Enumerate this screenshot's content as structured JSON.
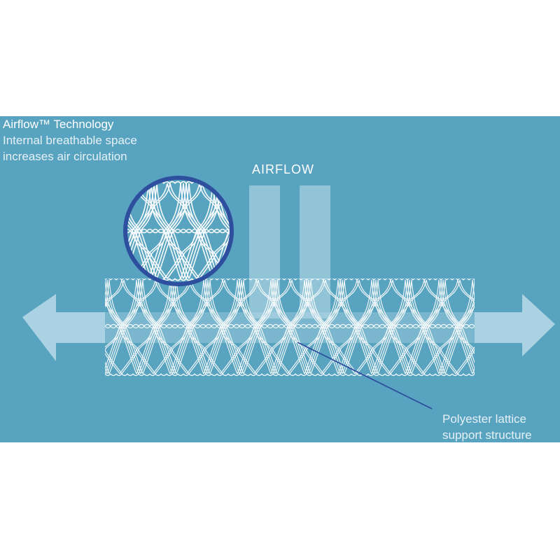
{
  "header": {
    "title": "Airflow™ Technology",
    "subtitle_line1": "Internal breathable space",
    "subtitle_line2": "increases air circulation"
  },
  "airflow_label": "AIRFLOW",
  "callout": {
    "line1": "Polyester lattice",
    "line2": "support structure"
  },
  "colors": {
    "panel_background": "#58a3bf",
    "page_background": "#ffffff",
    "magnifier_ring": "#2e4f9e",
    "leader_line": "#2d4aa0",
    "arrow_fill": "#b9dbe8",
    "lattice_stroke": "#ffffff"
  },
  "icons": {
    "left_arrow": "arrow-left-icon",
    "right_arrow": "arrow-right-icon",
    "vertical_airflow": "arrow-up-bars-icon",
    "magnifier": "magnifier-circle-icon"
  }
}
